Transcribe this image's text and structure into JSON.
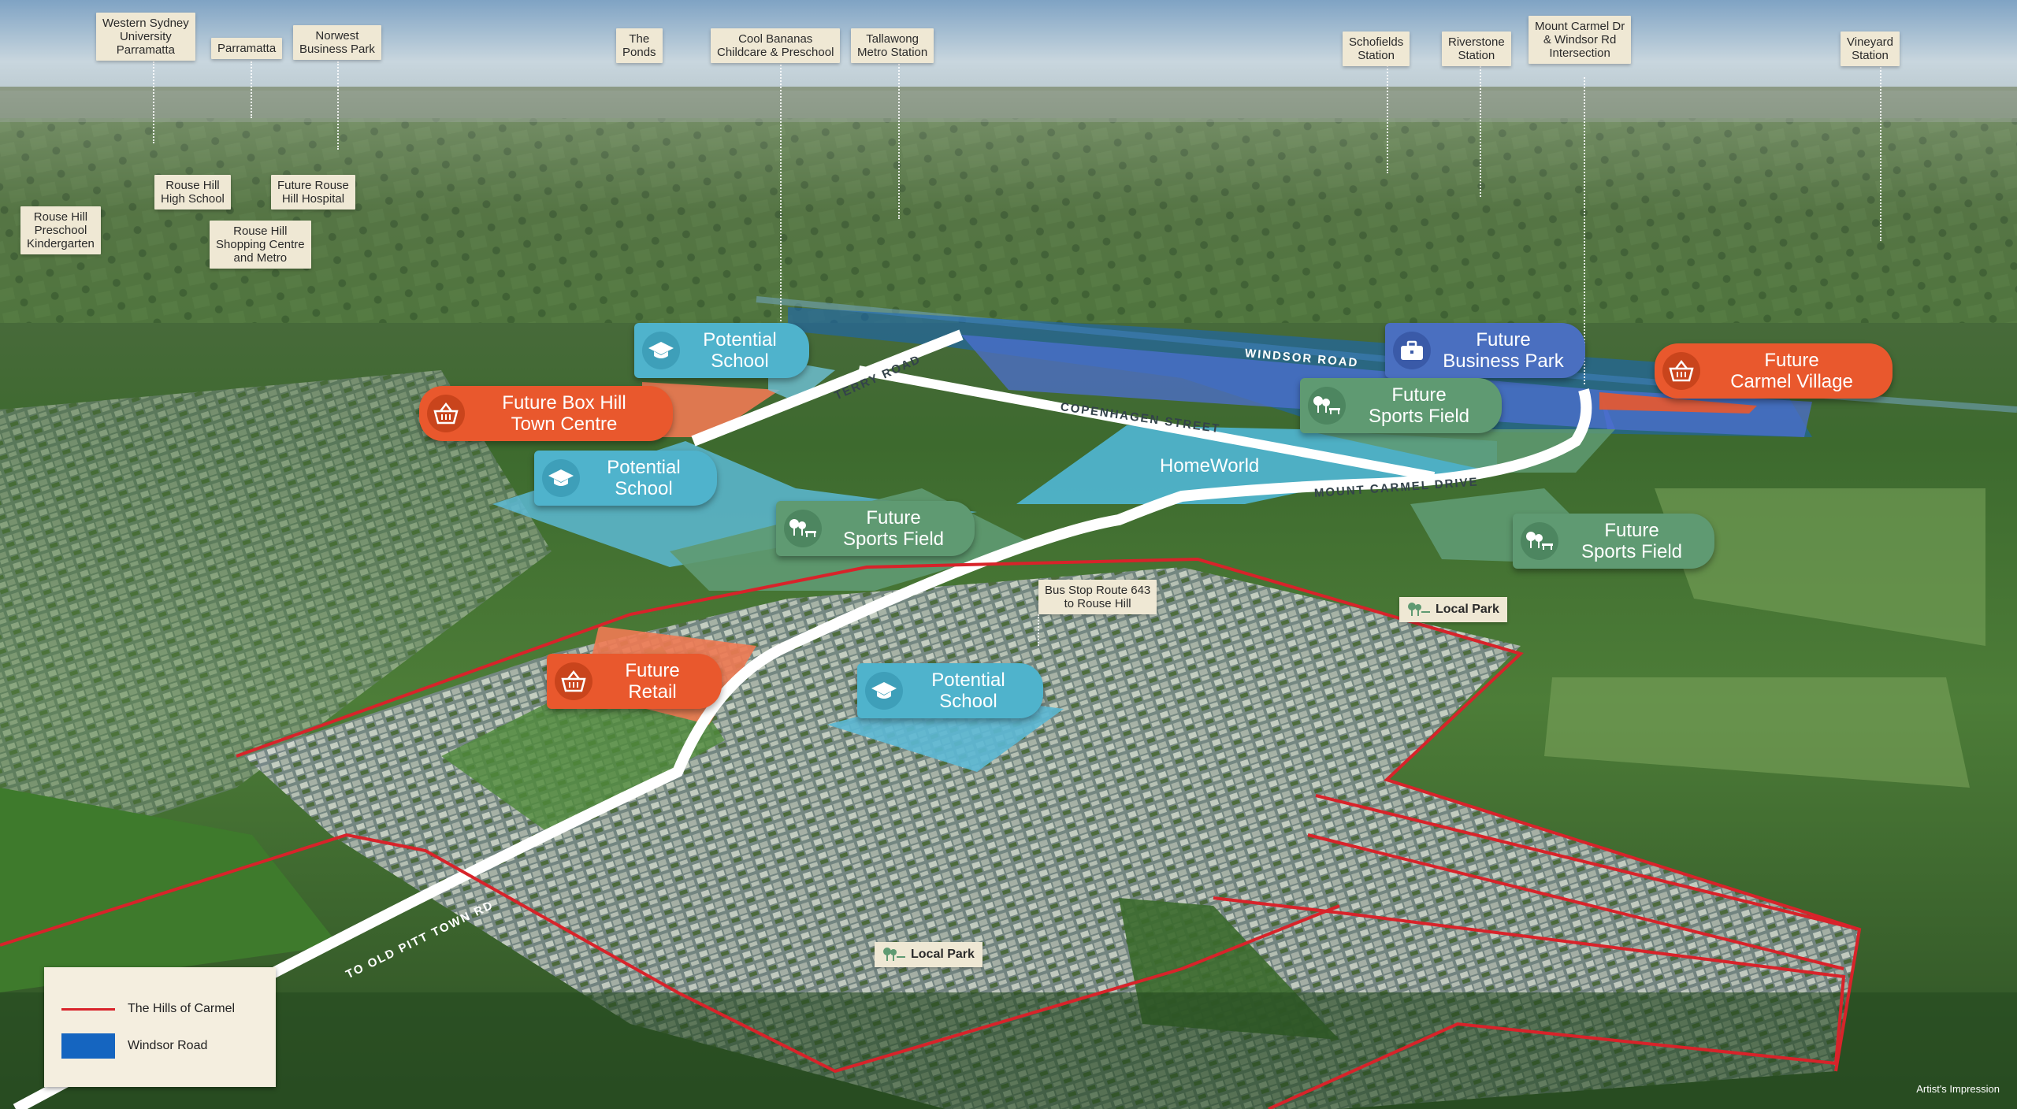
{
  "top_labels": [
    {
      "id": "wsu",
      "text": "Western Sydney\nUniversity\nParramatta"
    },
    {
      "id": "parramatta",
      "text": "Parramatta"
    },
    {
      "id": "norwest",
      "text": "Norwest\nBusiness Park"
    },
    {
      "id": "ponds",
      "text": "The\nPonds"
    },
    {
      "id": "coolbananas",
      "text": "Cool Bananas\nChildcare & Preschool"
    },
    {
      "id": "tallawong",
      "text": "Tallawong\nMetro Station"
    },
    {
      "id": "schofields",
      "text": "Schofields\nStation"
    },
    {
      "id": "riverstone",
      "text": "Riverstone\nStation"
    },
    {
      "id": "mountcarmel",
      "text": "Mount Carmel Dr\n& Windsor Rd\nIntersection"
    },
    {
      "id": "vineyard",
      "text": "Vineyard\nStation"
    },
    {
      "id": "rhhs",
      "text": "Rouse Hill\nHigh School"
    },
    {
      "id": "frhh",
      "text": "Future Rouse\nHill Hospital"
    },
    {
      "id": "rhpk",
      "text": "Rouse Hill\nPreschool\nKindergarten"
    },
    {
      "id": "rhsc",
      "text": "Rouse Hill\nShopping Centre\nand Metro"
    },
    {
      "id": "bus",
      "text": "Bus Stop Route 643\nto Rouse Hill"
    }
  ],
  "pills": {
    "potential_school_top": "Potential\nSchool",
    "future_box_hill": "Future Box Hill\nTown Centre",
    "potential_school_mid": "Potential\nSchool",
    "future_sports_field_mid": "Future\nSports Field",
    "future_business_park": "Future\nBusiness Park",
    "future_sports_field_top": "Future\nSports Field",
    "future_carmel_village": "Future\nCarmel Village",
    "future_sports_field_right": "Future\nSports Field",
    "future_retail": "Future\nRetail",
    "potential_school_lower": "Potential\nSchool"
  },
  "homeworld": "HomeWorld",
  "local_park_1": "Local Park",
  "local_park_2": "Local Park",
  "roads": {
    "windsor": "WINDSOR ROAD",
    "terry": "TERRY ROAD",
    "copenhagen": "COPENHAGEN STREET",
    "mount_carmel": "MOUNT CARMEL DRIVE",
    "old_pitt": "TO OLD PITT TOWN RD"
  },
  "legend": {
    "item1": "The Hills of Carmel",
    "item2": "Windsor Road",
    "line_color": "#d8232a",
    "swatch_color": "#1565c0"
  },
  "artist": "Artist's Impression",
  "colors": {
    "orange": "#e9582d",
    "teal": "#4fb3cc",
    "green": "#5f9a72",
    "blue": "#4a6fc0",
    "boundary": "#d8232a"
  }
}
